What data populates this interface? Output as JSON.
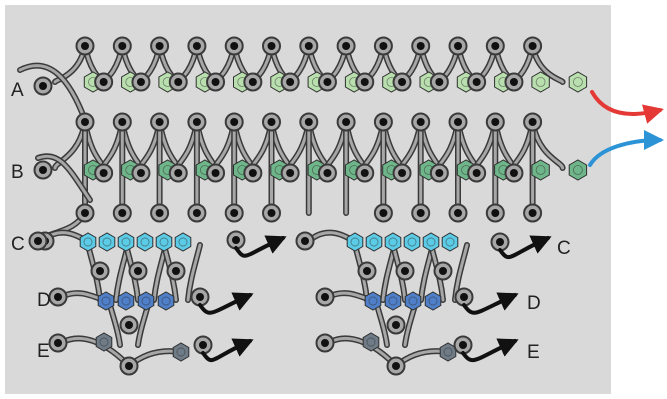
{
  "labels": {
    "a": "A",
    "b": "B",
    "c_left": "C",
    "d_left": "D",
    "e_left": "E",
    "c_right": "C",
    "d_right": "D",
    "e_right": "E"
  },
  "colors": {
    "panel": "#d9d9d9",
    "strand_outer": "#3a3a3a",
    "strand_inner": "#a7a7a7",
    "needle": "#111111",
    "row_a_bead": "#b9dfae",
    "row_b_bead": "#6fb58a",
    "row_c_bead": "#5ccbe6",
    "row_d_bead": "#4f7fc8",
    "row_e_bead": "#6f7b86",
    "exit_red": "#e53935",
    "exit_blue": "#2c93d6",
    "exit_black": "#111111"
  },
  "icons": {
    "bead": "bead-icon",
    "needle": "needle-icon",
    "arrow": "arrow-icon"
  }
}
